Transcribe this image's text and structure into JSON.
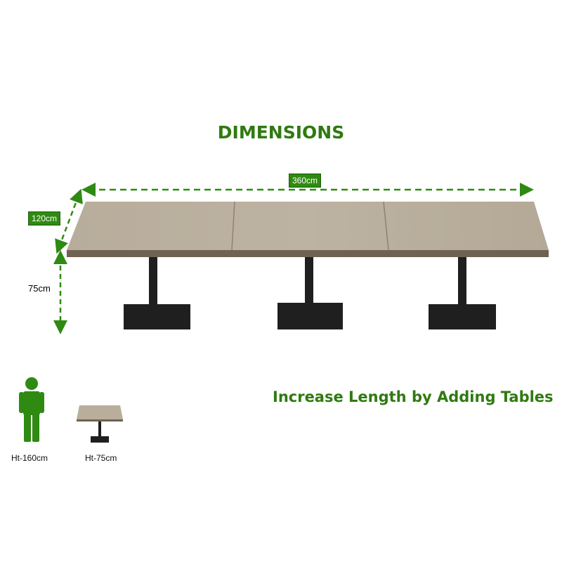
{
  "title": "DIMENSIONS",
  "dimensions": {
    "length": "360cm",
    "width": "120cm",
    "height": "75cm"
  },
  "tagline": "Increase Length by Adding Tables",
  "scale_reference": {
    "person_label": "Ht-160cm",
    "table_label": "Ht-75cm"
  },
  "colors": {
    "accent_green": "#2f8a12",
    "tabletop": "#b9ae9c",
    "base_black": "#1f1f1f"
  }
}
